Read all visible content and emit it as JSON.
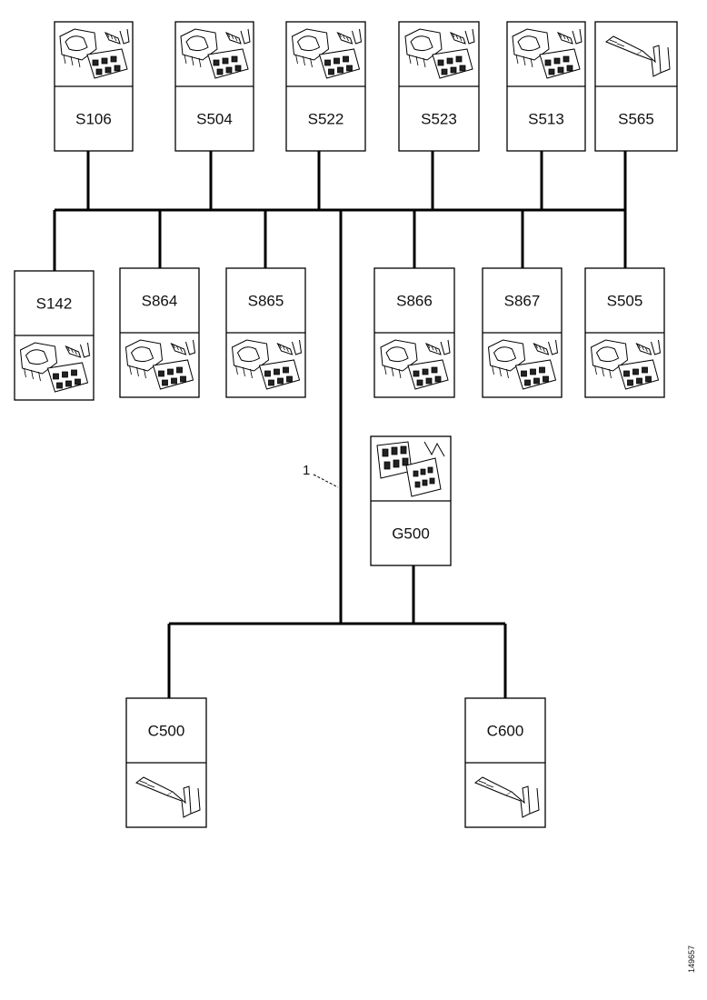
{
  "nodes": [
    {
      "id": "s106",
      "label": "S106",
      "icon": "connector-housing-with-terminal-icon"
    },
    {
      "id": "s504",
      "label": "S504",
      "icon": "connector-housing-with-terminal-icon"
    },
    {
      "id": "s522",
      "label": "S522",
      "icon": "connector-housing-with-terminal-icon"
    },
    {
      "id": "s523",
      "label": "S523",
      "icon": "connector-housing-with-terminal-icon"
    },
    {
      "id": "s513",
      "label": "S513",
      "icon": "connector-housing-with-terminal-icon"
    },
    {
      "id": "s565",
      "label": "S565",
      "icon": "terminal-pin-icon"
    },
    {
      "id": "s142",
      "label": "S142",
      "icon": "connector-housing-with-terminal-icon"
    },
    {
      "id": "s864",
      "label": "S864",
      "icon": "connector-housing-with-terminal-icon"
    },
    {
      "id": "s865",
      "label": "S865",
      "icon": "connector-housing-with-terminal-icon"
    },
    {
      "id": "s866",
      "label": "S866",
      "icon": "connector-housing-with-terminal-icon"
    },
    {
      "id": "s867",
      "label": "S867",
      "icon": "connector-housing-with-terminal-icon"
    },
    {
      "id": "s505",
      "label": "S505",
      "icon": "connector-housing-with-terminal-icon"
    },
    {
      "id": "g500",
      "label": "G500",
      "icon": "ground-connector-icon"
    },
    {
      "id": "c500",
      "label": "C500",
      "icon": "terminal-pin-icon"
    },
    {
      "id": "c600",
      "label": "C600",
      "icon": "terminal-pin-icon"
    }
  ],
  "callout": "1",
  "doc_id": "149657"
}
